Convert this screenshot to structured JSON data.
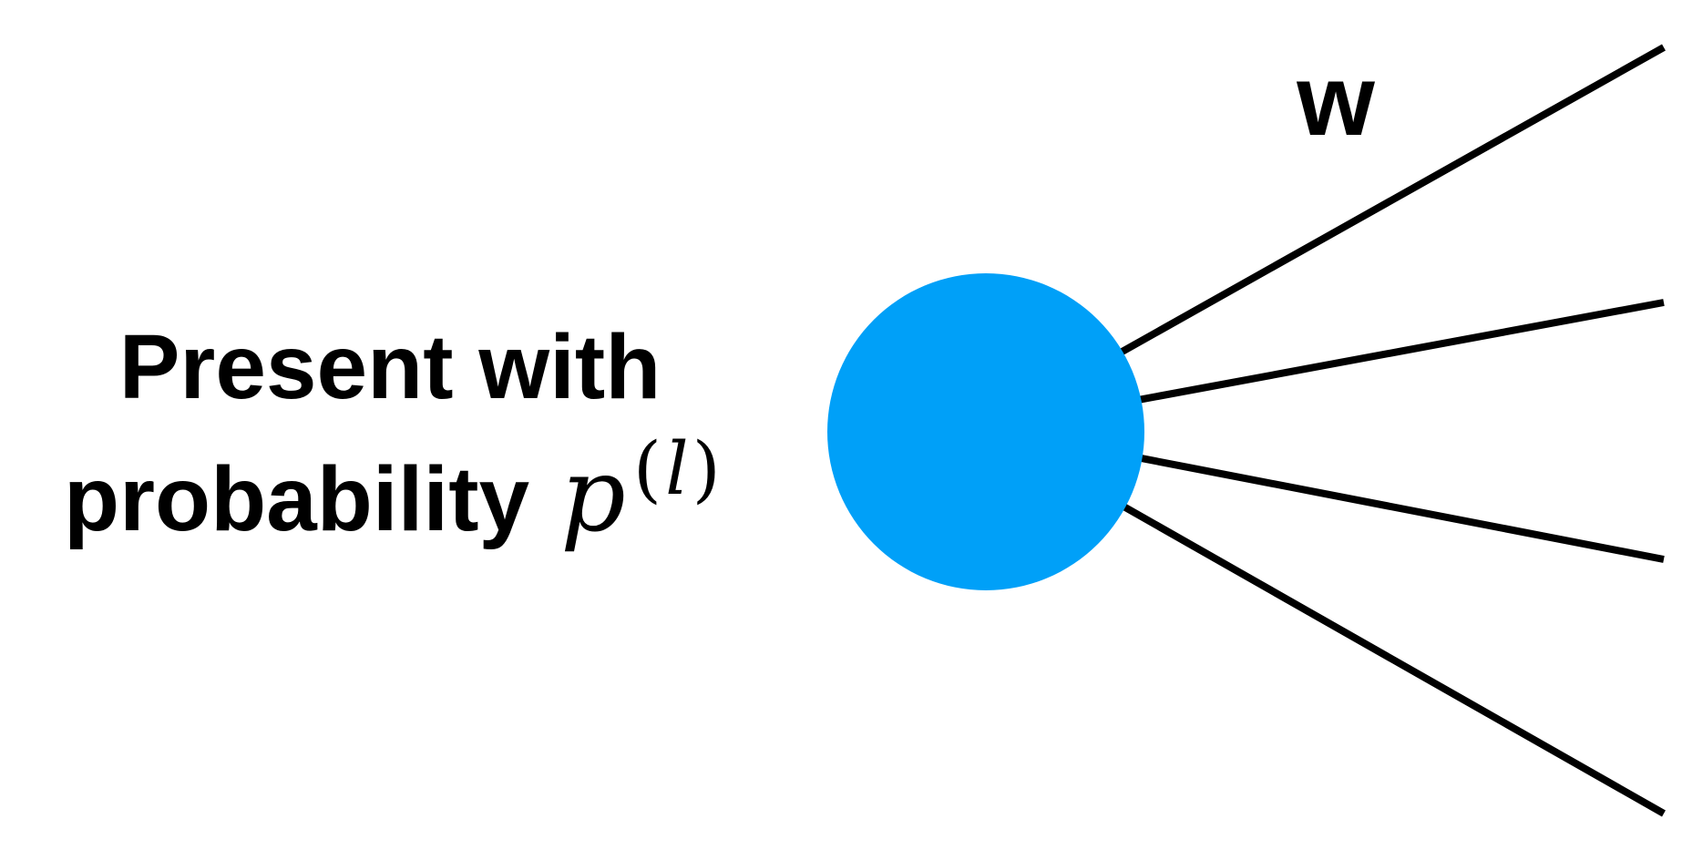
{
  "caption": {
    "line1": "Present with",
    "line2": "probability",
    "symbol": "p",
    "superscript_open": "(",
    "superscript_var": "l",
    "superscript_close": ")"
  },
  "weights_label": "w",
  "neuron": {
    "color": "#00a0f8"
  },
  "edges": [
    {
      "name": "outgoing-weight-1"
    },
    {
      "name": "outgoing-weight-2"
    },
    {
      "name": "outgoing-weight-3"
    },
    {
      "name": "outgoing-weight-4"
    }
  ]
}
